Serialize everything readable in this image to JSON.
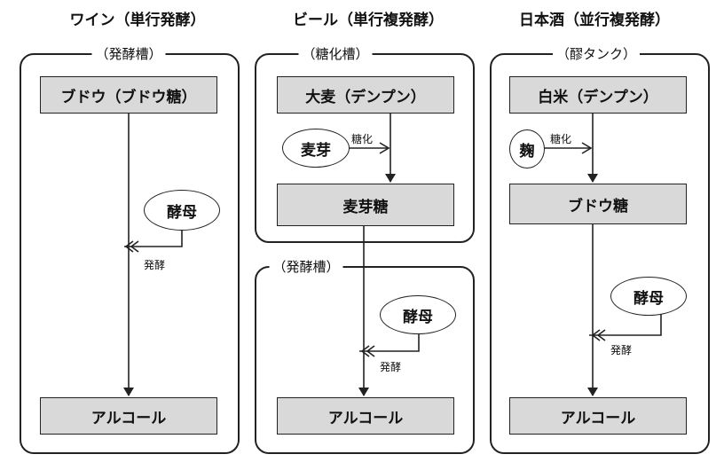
{
  "wine": {
    "title": "ワイン（単行発酵）",
    "tank": "（発酵槽）",
    "source": "ブドウ（ブドウ糖）",
    "yeast": "酵母",
    "process": "発酵",
    "product": "アルコール"
  },
  "beer": {
    "title": "ビール（単行複発酵）",
    "tank1": "（糖化槽）",
    "source": "大麦（デンプン）",
    "enzyme": "麦芽",
    "saccharify": "糖化",
    "sugar": "麦芽糖",
    "tank2": "（発酵槽）",
    "yeast": "酵母",
    "process": "発酵",
    "product": "アルコール"
  },
  "sake": {
    "title": "日本酒（並行複発酵）",
    "tank": "（醪タンク）",
    "source": "白米（デンプン）",
    "enzyme": "麹",
    "saccharify": "糖化",
    "sugar": "ブドウ糖",
    "yeast": "酵母",
    "process": "発酵",
    "product": "アルコール"
  }
}
